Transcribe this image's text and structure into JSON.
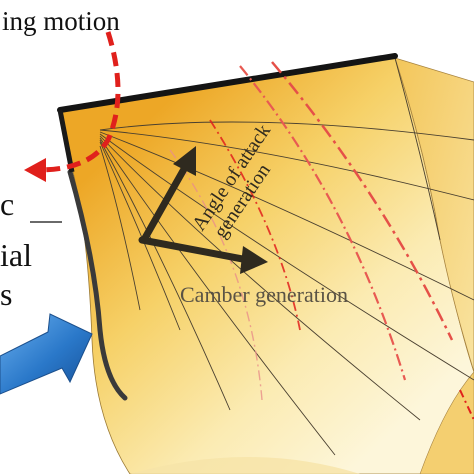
{
  "labels": {
    "motion": "ing motion",
    "angle_line1": "Angle of attack",
    "angle_line2": "generation",
    "camber": "Camber generation",
    "left_frag_1": "c",
    "left_frag_2": "ial",
    "left_frag_3": "s"
  },
  "colors": {
    "wing_light": "#fdf6d2",
    "wing_mid": "#f7d878",
    "wing_dark": "#eeae28",
    "edge": "#1a1a1a",
    "arrow_dark": "#2f2a1f",
    "dash_red": "#e0201c",
    "dashdot_red": "#e88f8a",
    "arrow_blue": "#2a78c9",
    "camber_text": "#5a5345"
  }
}
